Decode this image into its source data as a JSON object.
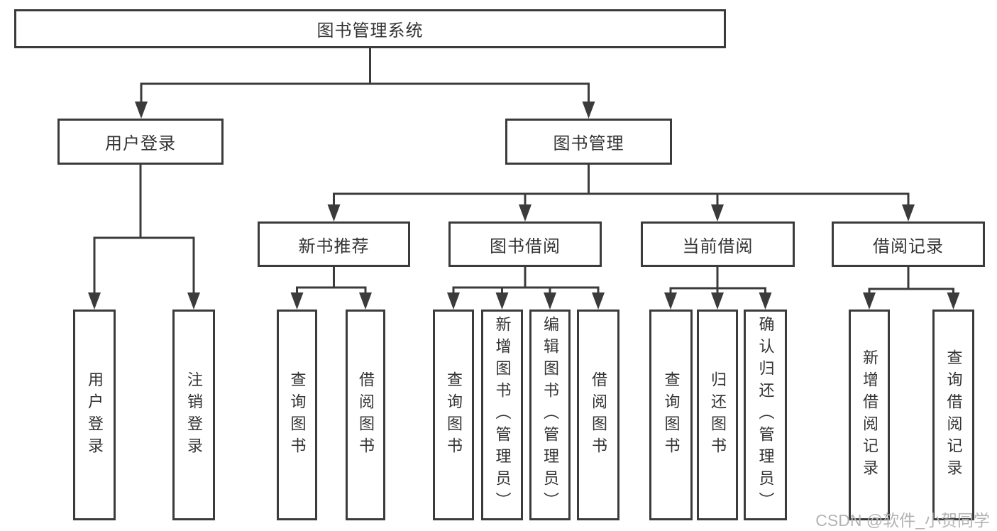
{
  "colors": {
    "line": "#3b3b3b",
    "border": "#3b3b3b",
    "text": "#333333",
    "background": "#ffffff",
    "watermark": "#b3b3b3"
  },
  "watermark": {
    "text": "CSDN @软件_小贺同学"
  },
  "nodes": {
    "root": {
      "label": "图书管理系统"
    },
    "level2": [
      {
        "id": "user-login",
        "label": "用户登录",
        "parent": "图书管理系统"
      },
      {
        "id": "book-management",
        "label": "图书管理",
        "parent": "图书管理系统"
      }
    ],
    "level3": [
      {
        "id": "new-book-recommend",
        "label": "新书推荐",
        "parent": "图书管理"
      },
      {
        "id": "book-borrowing",
        "label": "图书借阅",
        "parent": "图书管理"
      },
      {
        "id": "current-borrowing",
        "label": "当前借阅",
        "parent": "图书管理"
      },
      {
        "id": "borrowing-records",
        "label": "借阅记录",
        "parent": "图书管理"
      }
    ],
    "leaves": [
      {
        "id": "user-login-leaf",
        "label": "用户登录",
        "parent": "用户登录"
      },
      {
        "id": "logout-leaf",
        "label": "注销登录",
        "parent": "用户登录"
      },
      {
        "id": "query-books-recommend",
        "label": "查询图书",
        "parent": "新书推荐"
      },
      {
        "id": "borrow-books-recommend",
        "label": "借阅图书",
        "parent": "新书推荐"
      },
      {
        "id": "query-books-borrowing",
        "label": "查询图书",
        "parent": "图书借阅"
      },
      {
        "id": "add-books-admin",
        "label": "新增图书（管理员）",
        "parent": "图书借阅"
      },
      {
        "id": "edit-books-admin",
        "label": "编辑图书（管理员）",
        "parent": "图书借阅"
      },
      {
        "id": "borrow-books-borrowing",
        "label": "借阅图书",
        "parent": "图书借阅"
      },
      {
        "id": "query-books-current",
        "label": "查询图书",
        "parent": "当前借阅"
      },
      {
        "id": "return-books",
        "label": "归还图书",
        "parent": "当前借阅"
      },
      {
        "id": "confirm-return-admin",
        "label": "确认归还（管理员）",
        "parent": "当前借阅"
      },
      {
        "id": "add-borrow-record",
        "label": "新增借阅记录",
        "parent": "借阅记录"
      },
      {
        "id": "query-borrow-record",
        "label": "查询借阅记录",
        "parent": "借阅记录"
      }
    ]
  }
}
